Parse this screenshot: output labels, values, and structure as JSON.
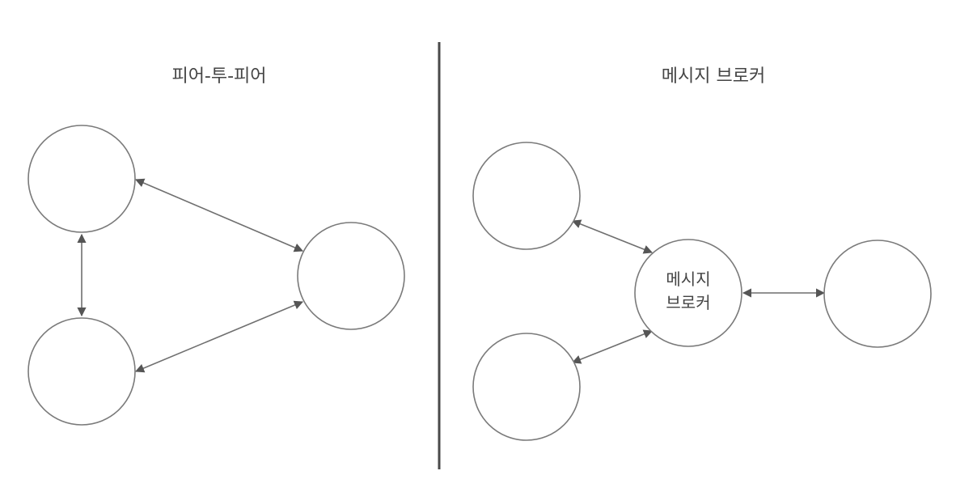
{
  "diagram": {
    "left_panel": {
      "title": "피어-투-피어",
      "nodes": [
        {
          "id": "p2p-node-a",
          "label": ""
        },
        {
          "id": "p2p-node-b",
          "label": ""
        },
        {
          "id": "p2p-node-c",
          "label": ""
        }
      ],
      "edges": [
        {
          "from": "p2p-node-a",
          "to": "p2p-node-c",
          "arrows": "both"
        },
        {
          "from": "p2p-node-a",
          "to": "p2p-node-b",
          "arrows": "both"
        },
        {
          "from": "p2p-node-b",
          "to": "p2p-node-c",
          "arrows": "both"
        }
      ]
    },
    "right_panel": {
      "title": "메시지 브로커",
      "broker": {
        "id": "broker-node",
        "label_line1": "메시지",
        "label_line2": "브로커"
      },
      "nodes": [
        {
          "id": "client-node-a",
          "label": ""
        },
        {
          "id": "client-node-b",
          "label": ""
        },
        {
          "id": "client-node-c",
          "label": ""
        }
      ],
      "edges": [
        {
          "from": "client-node-a",
          "to": "broker-node",
          "arrows": "both"
        },
        {
          "from": "client-node-b",
          "to": "broker-node",
          "arrows": "both"
        },
        {
          "from": "broker-node",
          "to": "client-node-c",
          "arrows": "both"
        }
      ]
    },
    "colors": {
      "stroke": "#7a7a7a",
      "arrow": "#555555",
      "text": "#444444",
      "divider": "#4a4a4a",
      "background": "#ffffff"
    }
  }
}
